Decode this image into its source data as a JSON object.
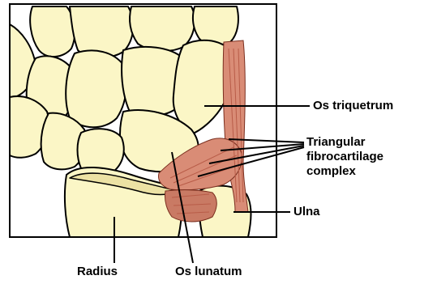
{
  "labels": {
    "os_triquetrum": "Os triquetrum",
    "tfcc_line1": "Triangular",
    "tfcc_line2": "fibrocartilage",
    "tfcc_line3": "complex",
    "ulna": "Ulna",
    "radius": "Radius",
    "os_lunatum": "Os lunatum"
  },
  "colors": {
    "bone_fill": "#fbf6c6",
    "bone_shadow": "#ece2a4",
    "ligament": "#d98c76",
    "ligament_dark": "#b85c48",
    "outline": "#000000",
    "frame": "#000000",
    "background": "#ffffff"
  }
}
